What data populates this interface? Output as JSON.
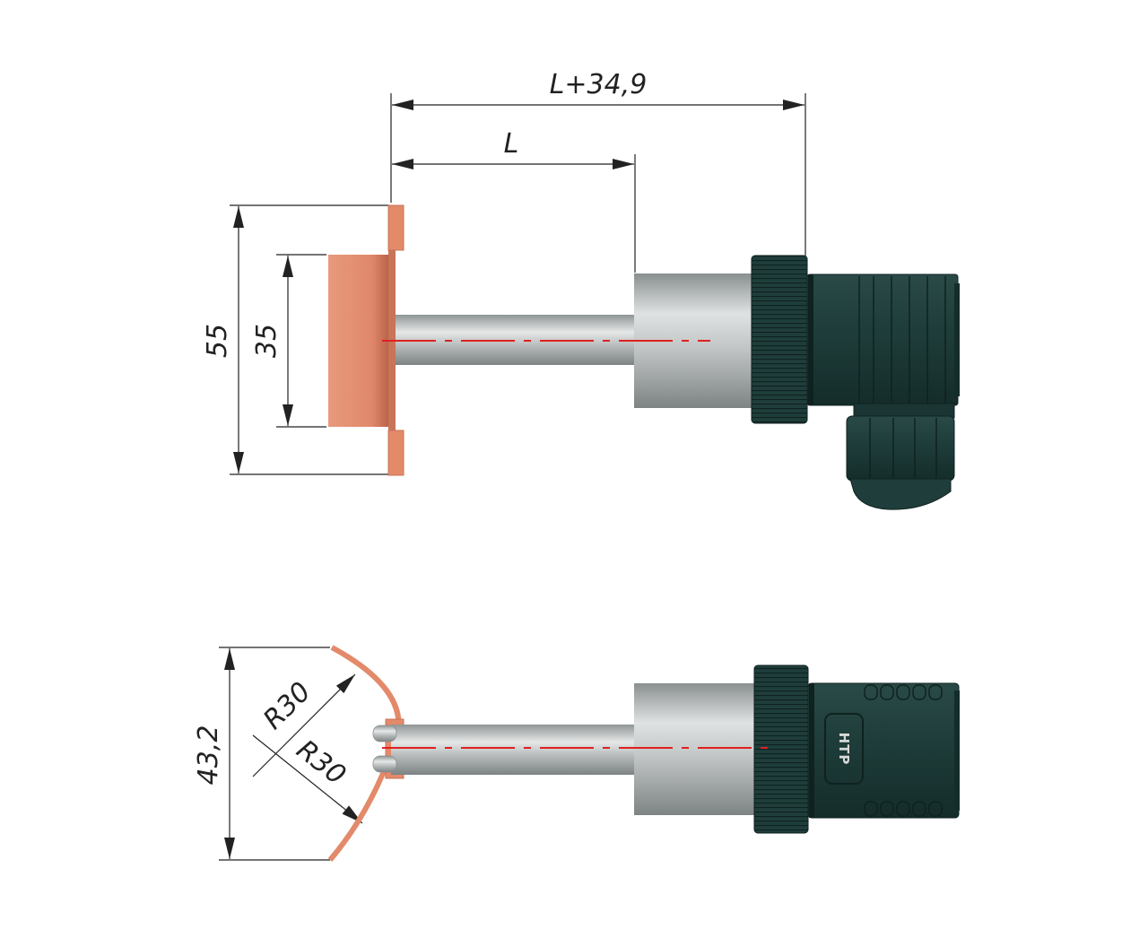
{
  "dimensions": {
    "total_length": "L+34,9",
    "probe_length": "L",
    "flange_height": "55",
    "plate_height": "35",
    "end_height": "43,2",
    "radius_upper": "R30",
    "radius_lower": "R30"
  },
  "connector_logo": "НТР",
  "colors": {
    "flange": "#e58c6b",
    "metal": "#b4b8b8",
    "connector": "#1f3e3b",
    "centerline": "#e02020",
    "lines": "#222222"
  }
}
